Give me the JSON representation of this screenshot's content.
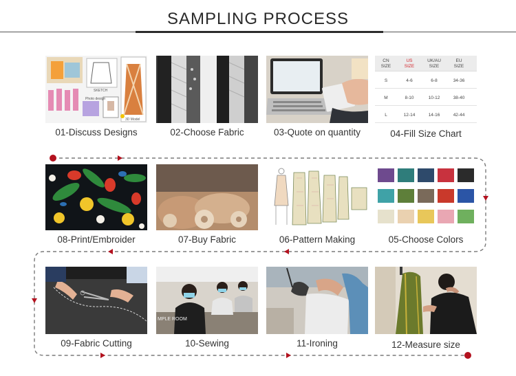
{
  "title": "SAMPLING PROCESS",
  "steps": [
    {
      "label": "01-Discuss Designs"
    },
    {
      "label": "02-Choose Fabric"
    },
    {
      "label": "03-Quote on quantity"
    },
    {
      "label": "04-Fill Size Chart"
    },
    {
      "label": "05-Choose Colors"
    },
    {
      "label": "06-Pattern Making"
    },
    {
      "label": "07-Buy Fabric"
    },
    {
      "label": "08-Print/Embroider"
    },
    {
      "label": "09-Fabric Cutting"
    },
    {
      "label": "10-Sewing"
    },
    {
      "label": "11-Ironing"
    },
    {
      "label": "12-Measure size"
    }
  ],
  "size_chart": {
    "headers": [
      "CN SIZE",
      "US SIZE",
      "UK/AU SIZE",
      "EU SIZE"
    ],
    "rows": [
      [
        "S",
        "4-6",
        "6-8",
        "34-36"
      ],
      [
        "M",
        "8-10",
        "10-12",
        "38-40"
      ],
      [
        "L",
        "12-14",
        "14-16",
        "42-44"
      ]
    ]
  },
  "sketch_labels": [
    "SKETCH",
    "Photo design",
    "3D Model"
  ],
  "sewing_sign_text": "MPLE ROOM",
  "colors": {
    "accent_red": "#b3121f",
    "dashed_line": "#7a7a7a",
    "title_text": "#2a2a2a"
  }
}
